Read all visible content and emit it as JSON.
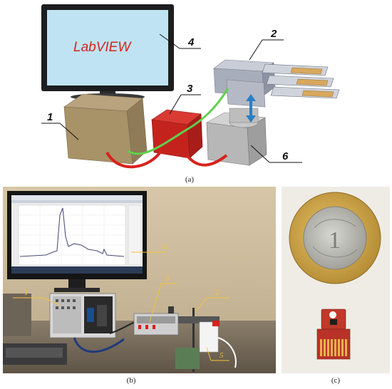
{
  "panel_a": {
    "monitor_text": "LabVIEW",
    "labels": {
      "l1": "1",
      "l2": "2",
      "l3": "3",
      "l4": "4",
      "l6": "6"
    },
    "caption": "(a)"
  },
  "panel_b": {
    "labels": {
      "l1": "1",
      "l2": "2",
      "l3": "3",
      "l4": "4",
      "l5": "5"
    },
    "caption": "(b)"
  },
  "panel_c": {
    "coin_text": "1",
    "caption": "(c)"
  },
  "colors": {
    "monitor_screen": "#bfe3f2",
    "red_cable": "#d9211c",
    "green_cable": "#5fd14b",
    "label_yellow": "#f3c43a"
  }
}
